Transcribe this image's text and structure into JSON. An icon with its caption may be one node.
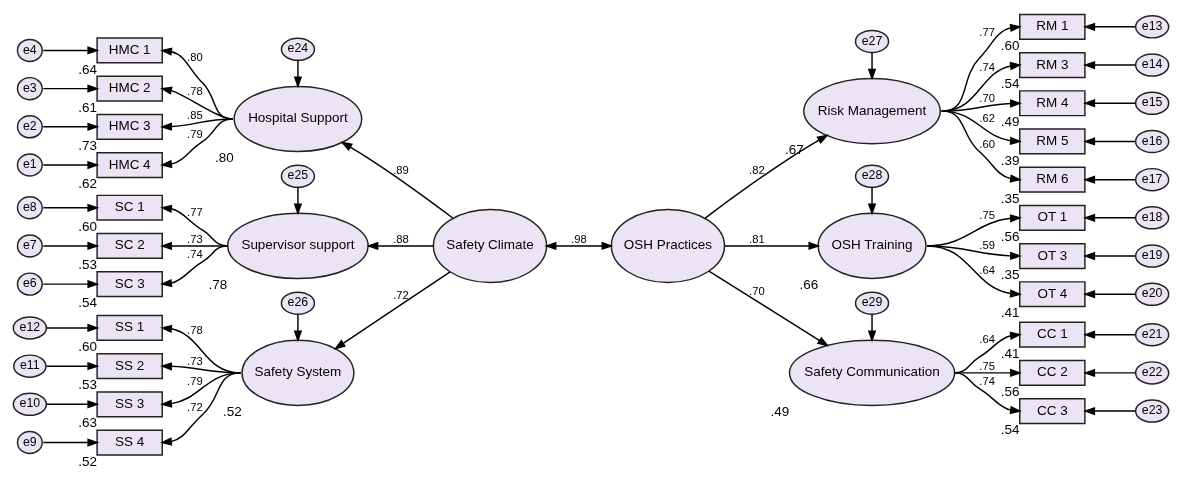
{
  "diagram": {
    "nodes": [
      {
        "text": [
          "Safety Climate"
        ]
      },
      {
        "text": [
          "OSH Practices"
        ]
      },
      {
        "text": [
          "Hospital Support"
        ],
        "beside": [
          ".80"
        ]
      },
      {
        "text": [
          "Supervisor support"
        ],
        "beside": [
          ".78"
        ]
      },
      {
        "text": [
          "Safety System"
        ],
        "beside": [
          ".52"
        ]
      },
      {
        "text": [
          "Risk Management"
        ],
        "beside": [
          ".67"
        ]
      },
      {
        "text": [
          "OSH Training"
        ],
        "beside": [
          ".66"
        ]
      },
      {
        "text": [
          "Safety Communication"
        ],
        "beside": [
          ".49"
        ]
      },
      {
        "text": [
          "HMC 1"
        ],
        "beside": [
          ".64"
        ]
      },
      {
        "text": [
          "HMC 2"
        ],
        "beside": [
          ".61"
        ]
      },
      {
        "text": [
          "HMC 3"
        ],
        "beside": [
          ".73"
        ]
      },
      {
        "text": [
          "HMC 4"
        ],
        "beside": [
          ".62"
        ]
      },
      {
        "text": [
          "SC 1"
        ],
        "beside": [
          ".60"
        ]
      },
      {
        "text": [
          "SC 2"
        ],
        "beside": [
          ".53"
        ]
      },
      {
        "text": [
          "SC 3"
        ],
        "beside": [
          ".54"
        ]
      },
      {
        "text": [
          "SS 1"
        ],
        "beside": [
          ".60"
        ]
      },
      {
        "text": [
          "SS 2"
        ],
        "beside": [
          ".53"
        ]
      },
      {
        "text": [
          "SS 3"
        ],
        "beside": [
          ".63"
        ]
      },
      {
        "text": [
          "SS 4"
        ],
        "beside": [
          ".52"
        ]
      },
      {
        "text": [
          "RM 1"
        ],
        "beside": [
          ".60"
        ]
      },
      {
        "text": [
          "RM 3"
        ],
        "beside": [
          ".54"
        ]
      },
      {
        "text": [
          "RM 4"
        ],
        "beside": [
          ".49"
        ]
      },
      {
        "text": [
          "RM 5"
        ],
        "beside": [
          ".39"
        ]
      },
      {
        "text": [
          "RM 6"
        ],
        "beside": [
          ".35"
        ]
      },
      {
        "text": [
          "OT 1"
        ],
        "beside": [
          ".56"
        ]
      },
      {
        "text": [
          "OT 3"
        ],
        "beside": [
          ".35"
        ]
      },
      {
        "text": [
          "OT 4"
        ],
        "beside": [
          ".41"
        ]
      },
      {
        "text": [
          "CC 1"
        ],
        "beside": [
          ".41"
        ]
      },
      {
        "text": [
          "CC 2"
        ],
        "beside": [
          ".56"
        ]
      },
      {
        "text": [
          "CC 3"
        ],
        "beside": [
          ".54"
        ]
      },
      {
        "text": [
          "e4"
        ]
      },
      {
        "text": [
          "e3"
        ]
      },
      {
        "text": [
          "e2"
        ]
      },
      {
        "text": [
          "e1"
        ]
      },
      {
        "text": [
          "e8"
        ]
      },
      {
        "text": [
          "e7"
        ]
      },
      {
        "text": [
          "e6"
        ]
      },
      {
        "text": [
          "e12"
        ]
      },
      {
        "text": [
          "e11"
        ]
      },
      {
        "text": [
          "e10"
        ]
      },
      {
        "text": [
          "e9"
        ]
      },
      {
        "text": [
          "e24"
        ]
      },
      {
        "text": [
          "e25"
        ]
      },
      {
        "text": [
          "e26"
        ]
      },
      {
        "text": [
          "e27"
        ]
      },
      {
        "text": [
          "e28"
        ]
      },
      {
        "text": [
          "e29"
        ]
      },
      {
        "text": [
          "e13"
        ]
      },
      {
        "text": [
          "e14"
        ]
      },
      {
        "text": [
          "e15"
        ]
      },
      {
        "text": [
          "e16"
        ]
      },
      {
        "text": [
          "e17"
        ]
      },
      {
        "text": [
          "e18"
        ]
      },
      {
        "text": [
          "e19"
        ]
      },
      {
        "text": [
          "e20"
        ]
      },
      {
        "text": [
          "e21"
        ]
      },
      {
        "text": [
          "e22"
        ]
      },
      {
        "text": [
          "e23"
        ]
      }
    ],
    "edges": [
      {
        "from": 0,
        "to": 1,
        "arrow": "both",
        "label": ".98"
      },
      {
        "from": 0,
        "to": 2,
        "arrow": "to",
        "label": ".89"
      },
      {
        "from": 0,
        "to": 3,
        "arrow": "to",
        "label": ".88"
      },
      {
        "from": 0,
        "to": 4,
        "arrow": "to",
        "label": ".72"
      },
      {
        "from": 1,
        "to": 5,
        "arrow": "to",
        "label": ".82"
      },
      {
        "from": 1,
        "to": 6,
        "arrow": "to",
        "label": ".81"
      },
      {
        "from": 1,
        "to": 7,
        "arrow": "to",
        "label": ".70"
      },
      {
        "from": 2,
        "to": 8,
        "arrow": "to",
        "label": ".80"
      },
      {
        "from": 2,
        "to": 9,
        "arrow": "to",
        "label": ".78"
      },
      {
        "from": 2,
        "to": 10,
        "arrow": "to",
        "label": ".85"
      },
      {
        "from": 2,
        "to": 11,
        "arrow": "to",
        "label": ".79"
      },
      {
        "from": 3,
        "to": 12,
        "arrow": "to",
        "label": ".77"
      },
      {
        "from": 3,
        "to": 13,
        "arrow": "to",
        "label": ".73"
      },
      {
        "from": 3,
        "to": 14,
        "arrow": "to",
        "label": ".74"
      },
      {
        "from": 4,
        "to": 15,
        "arrow": "to",
        "label": ".78"
      },
      {
        "from": 4,
        "to": 16,
        "arrow": "to",
        "label": ".73"
      },
      {
        "from": 4,
        "to": 17,
        "arrow": "to",
        "label": ".79"
      },
      {
        "from": 4,
        "to": 18,
        "arrow": "to",
        "label": ".72"
      },
      {
        "from": 5,
        "to": 19,
        "arrow": "to",
        "label": ".77"
      },
      {
        "from": 5,
        "to": 20,
        "arrow": "to",
        "label": ".74"
      },
      {
        "from": 5,
        "to": 21,
        "arrow": "to",
        "label": ".70"
      },
      {
        "from": 5,
        "to": 22,
        "arrow": "to",
        "label": ".62"
      },
      {
        "from": 5,
        "to": 23,
        "arrow": "to",
        "label": ".60"
      },
      {
        "from": 6,
        "to": 24,
        "arrow": "to",
        "label": ".75"
      },
      {
        "from": 6,
        "to": 25,
        "arrow": "to",
        "label": ".59"
      },
      {
        "from": 6,
        "to": 26,
        "arrow": "to",
        "label": ".64"
      },
      {
        "from": 7,
        "to": 27,
        "arrow": "to",
        "label": ".64"
      },
      {
        "from": 7,
        "to": 28,
        "arrow": "to",
        "label": ".75"
      },
      {
        "from": 7,
        "to": 29,
        "arrow": "to",
        "label": ".74"
      },
      {
        "from": 30,
        "to": 8,
        "arrow": "to"
      },
      {
        "from": 31,
        "to": 9,
        "arrow": "to"
      },
      {
        "from": 32,
        "to": 10,
        "arrow": "to"
      },
      {
        "from": 33,
        "to": 11,
        "arrow": "to"
      },
      {
        "from": 34,
        "to": 12,
        "arrow": "to"
      },
      {
        "from": 35,
        "to": 13,
        "arrow": "to"
      },
      {
        "from": 36,
        "to": 14,
        "arrow": "to"
      },
      {
        "from": 37,
        "to": 15,
        "arrow": "to"
      },
      {
        "from": 38,
        "to": 16,
        "arrow": "to"
      },
      {
        "from": 39,
        "to": 17,
        "arrow": "to"
      },
      {
        "from": 40,
        "to": 18,
        "arrow": "to"
      },
      {
        "from": 41,
        "to": 2,
        "arrow": "to"
      },
      {
        "from": 42,
        "to": 3,
        "arrow": "to"
      },
      {
        "from": 43,
        "to": 4,
        "arrow": "to"
      },
      {
        "from": 44,
        "to": 5,
        "arrow": "to"
      },
      {
        "from": 45,
        "to": 6,
        "arrow": "to"
      },
      {
        "from": 46,
        "to": 7,
        "arrow": "to"
      },
      {
        "from": 47,
        "to": 19,
        "arrow": "to"
      },
      {
        "from": 48,
        "to": 20,
        "arrow": "to"
      },
      {
        "from": 49,
        "to": 21,
        "arrow": "to"
      },
      {
        "from": 50,
        "to": 22,
        "arrow": "to"
      },
      {
        "from": 51,
        "to": 23,
        "arrow": "to"
      },
      {
        "from": 52,
        "to": 24,
        "arrow": "to"
      },
      {
        "from": 53,
        "to": 25,
        "arrow": "to"
      },
      {
        "from": 54,
        "to": 26,
        "arrow": "to"
      },
      {
        "from": 55,
        "to": 27,
        "arrow": "to"
      },
      {
        "from": 56,
        "to": 28,
        "arrow": "to"
      },
      {
        "from": 57,
        "to": 29,
        "arrow": "to"
      }
    ]
  }
}
